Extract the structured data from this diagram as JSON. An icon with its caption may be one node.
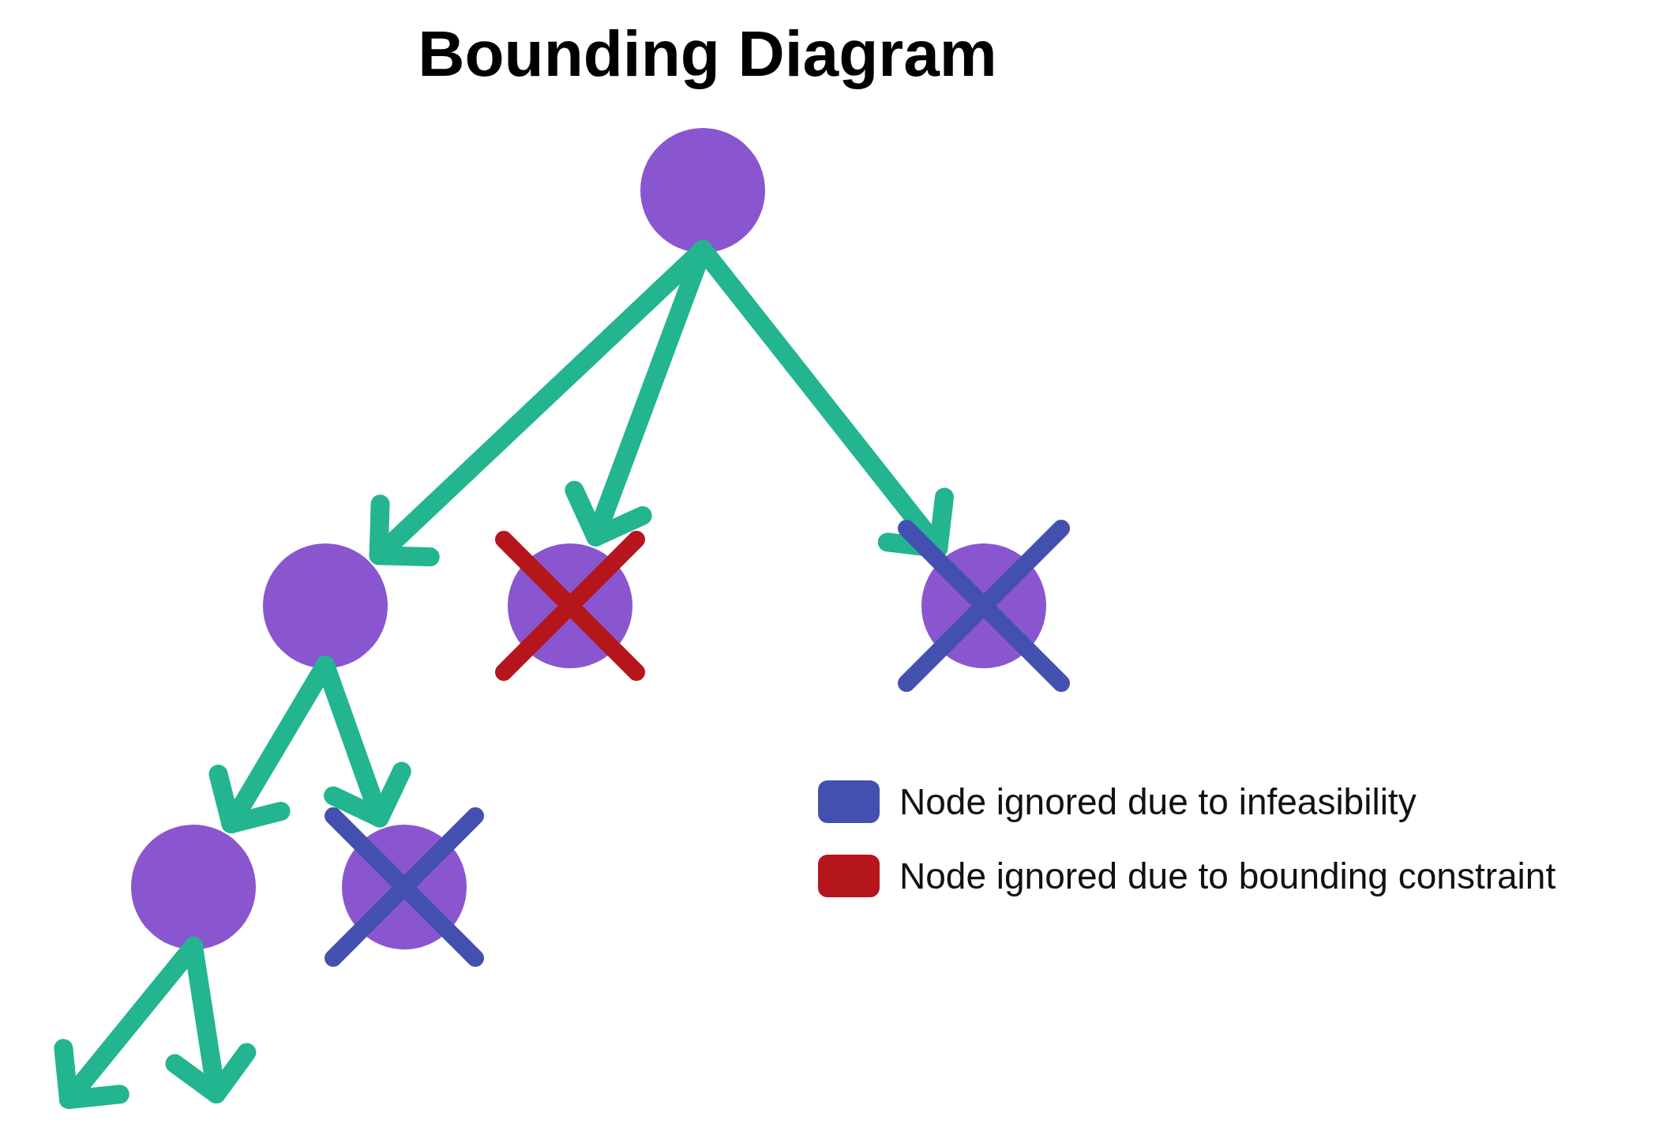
{
  "diagram": {
    "title": "Bounding Diagram",
    "nodes": [
      {
        "text": [],
        "shape": "circle"
      },
      {
        "text": [],
        "shape": "circle"
      },
      {
        "text": [],
        "shape": "circle"
      },
      {
        "text": [],
        "shape": "circle"
      },
      {
        "text": [],
        "shape": "circle"
      },
      {
        "text": [],
        "shape": "circle"
      }
    ],
    "edges": [
      {
        "from": 0,
        "to": 1,
        "arrow": "to"
      },
      {
        "from": 0,
        "to": 2,
        "arrow": "to"
      },
      {
        "from": 0,
        "to": 3,
        "arrow": "to"
      },
      {
        "from": 1,
        "to": 4,
        "arrow": "to"
      },
      {
        "from": 1,
        "to": 5,
        "arrow": "to"
      },
      {
        "from": 4,
        "to": null,
        "arrow": "to"
      },
      {
        "from": 4,
        "to": null,
        "arrow": "to"
      }
    ],
    "legend": [
      {
        "text": "Node ignored due to infeasibility",
        "color": "#4450b0"
      },
      {
        "text": "Node ignored due to bounding constraint",
        "color": "#b5161b"
      }
    ]
  }
}
